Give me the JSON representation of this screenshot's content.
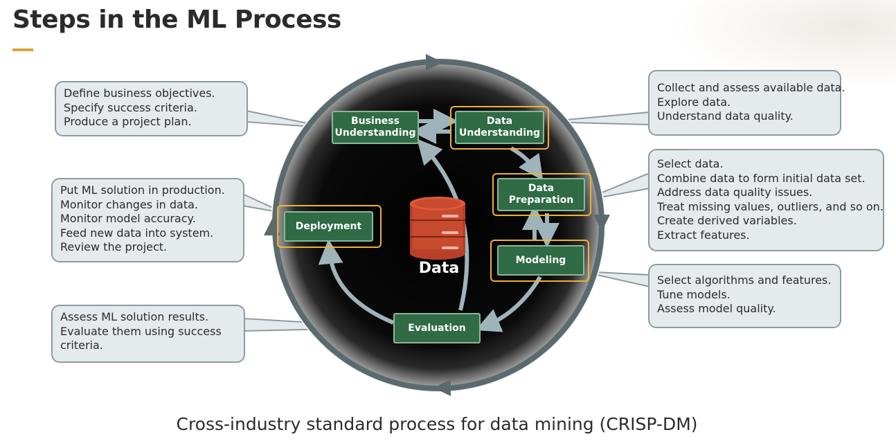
{
  "title": "Steps in the ML Process",
  "caption": "Cross-industry standard process for data mining (CRISP-DM)",
  "center_label": "Data",
  "steps": {
    "business_understanding": [
      "Business",
      "Understanding"
    ],
    "data_understanding": [
      "Data",
      "Understanding"
    ],
    "data_preparation": [
      "Data",
      "Preparation"
    ],
    "modeling": [
      "Modeling"
    ],
    "evaluation": [
      "Evaluation"
    ],
    "deployment": [
      "Deployment"
    ]
  },
  "callouts": {
    "business": [
      "Define business objectives.",
      "Specify success criteria.",
      "Produce a project plan."
    ],
    "deployment": [
      "Put ML solution in production.",
      "Monitor changes in data.",
      "Monitor model accuracy.",
      "Feed new data into system.",
      "Review the project."
    ],
    "evaluation": [
      "Assess ML solution results.",
      "Evaluate them using success",
      "criteria."
    ],
    "data_understanding": [
      "Collect and assess available data.",
      "Explore data.",
      "Understand data quality."
    ],
    "data_preparation": [
      "Select data.",
      "Combine data to form initial data set.",
      "Address data quality issues.",
      "Treat missing values, outliers, and so on.",
      "Create derived variables.",
      "Extract features."
    ],
    "modeling": [
      "Select algorithms and features.",
      "Tune models.",
      "Assess model quality."
    ]
  },
  "colors": {
    "step_fill": "#2f6b45",
    "step_border": "#8fb79a",
    "highlight": "#f0b230",
    "callout_fill": "#e5eaec",
    "callout_border": "#8e9aa0",
    "ring": "#5a6a6e",
    "database": "#c84a2f",
    "accent": "#d9a441"
  }
}
